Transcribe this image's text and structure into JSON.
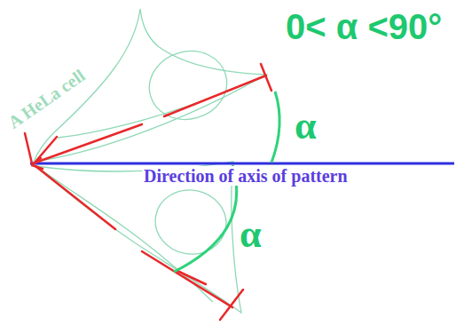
{
  "diagram": {
    "labels": [
      "0< α <90°",
      "A HeLa cell",
      "α",
      "Direction of axis of pattern",
      "α"
    ]
  }
}
